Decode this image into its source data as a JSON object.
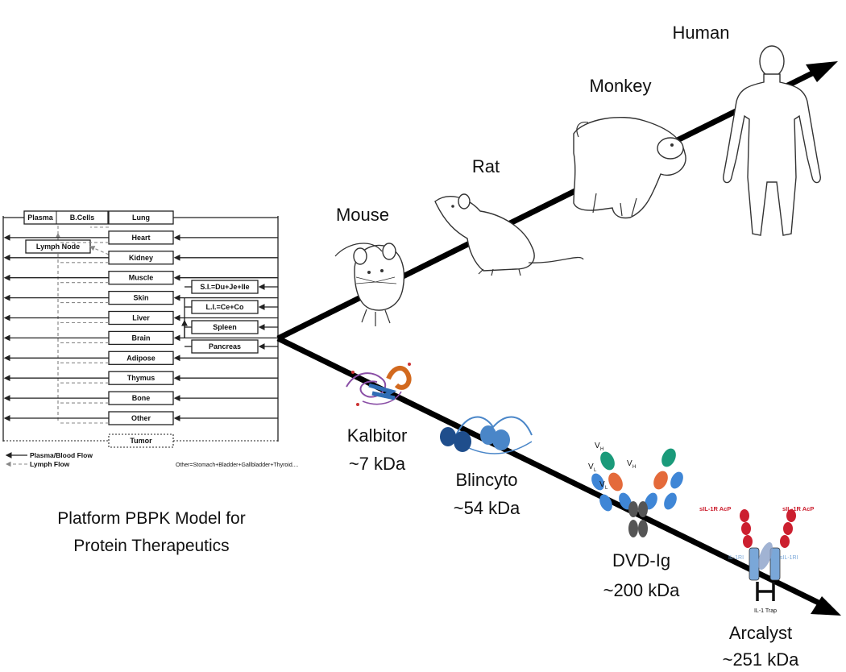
{
  "pbpk": {
    "caption_line1": "Platform PBPK Model for",
    "caption_line2": "Protein Therapeutics",
    "plasma": "Plasma",
    "bcells": "B.Cells",
    "lymph_node": "Lymph Node",
    "organs": [
      "Lung",
      "Heart",
      "Kidney",
      "Muscle",
      "Skin",
      "Liver",
      "Brain",
      "Adipose",
      "Thymus",
      "Bone",
      "Other"
    ],
    "tumor": "Tumor",
    "side_organs": [
      "S.I.=Du+Je+Ile",
      "L.I.=Ce+Co",
      "Spleen",
      "Pancreas"
    ],
    "legend_plasma": "Plasma/Blood Flow",
    "legend_lymph": "Lymph Flow",
    "footnote": "Other=Stomach+Bladder+Gallbladder+Thyroid...."
  },
  "species": [
    {
      "label": "Mouse",
      "icon": "mouse-icon"
    },
    {
      "label": "Rat",
      "icon": "rat-icon"
    },
    {
      "label": "Monkey",
      "icon": "monkey-icon"
    },
    {
      "label": "Human",
      "icon": "human-icon"
    }
  ],
  "drugs": [
    {
      "name": "Kalbitor",
      "size": "~7 kDa",
      "icon": "protein-ribbon-icon"
    },
    {
      "name": "Blincyto",
      "size": "~54 kDa",
      "icon": "bispecific-icon"
    },
    {
      "name": "DVD-Ig",
      "size": "~200 kDa",
      "icon": "dvd-ig-antibody-icon"
    },
    {
      "name": "Arcalyst",
      "size": "~251 kDa",
      "icon": "il1-trap-icon"
    }
  ],
  "antibody_labels": {
    "vh": "V",
    "vl": "V",
    "sub_h": "H",
    "sub_l": "L"
  },
  "trap_labels": {
    "acp_left": "sIL-1R AcP",
    "acp_right": "sIL-1R AcP",
    "ri_left": "IL-1RI",
    "ri_right": "sIL-1RI",
    "trap": "IL-1 Trap"
  },
  "colors": {
    "arrow": "#000000",
    "lymph": "#888888",
    "acp": "#cc1f2f",
    "ri": "#7aa7d8",
    "kalbitor_orange": "#d2691e",
    "kalbitor_blue": "#2f6db5",
    "kalbitor_purple": "#8a4fa6",
    "blincyto_dark": "#1f4e8c",
    "blincyto_light": "#4a86c8",
    "dvd_green": "#1a9a7a",
    "dvd_orange": "#e46a3a",
    "dvd_blue": "#3f86d6",
    "fc_gray": "#555555"
  }
}
